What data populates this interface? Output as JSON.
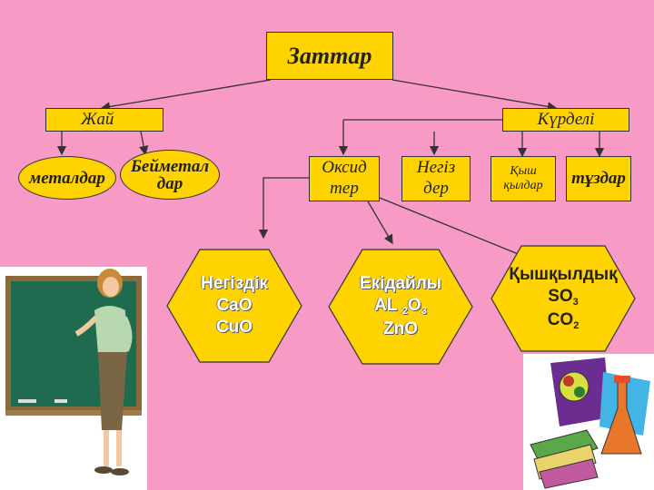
{
  "root": {
    "label": "Заттар"
  },
  "simple": {
    "label": "Жай",
    "children": [
      {
        "label": "металдар"
      },
      {
        "label": "Бейметал дар"
      }
    ]
  },
  "complex": {
    "label": "Күрделі",
    "children": [
      {
        "label": "Оксид тер"
      },
      {
        "label": "Негіз дер"
      },
      {
        "label": "Қыш қылдар"
      },
      {
        "label": "тұздар"
      }
    ]
  },
  "oxide_types": [
    {
      "title": "Негіздік",
      "lines": [
        "CaO",
        "CuO"
      ]
    },
    {
      "title": "Екідайлы",
      "line1": {
        "base": "AL",
        "sub1": "2",
        "mid": "O",
        "sub2": "3"
      },
      "line2": "ZnO"
    },
    {
      "title": "Қышқылдық",
      "line1": {
        "base": "SO",
        "sub": "3"
      },
      "line2": {
        "base": "CO",
        "sub": "2"
      }
    }
  ],
  "colors": {
    "background": "#f79ac6",
    "node_fill": "#ffd300",
    "board": "#1f6b4f"
  }
}
